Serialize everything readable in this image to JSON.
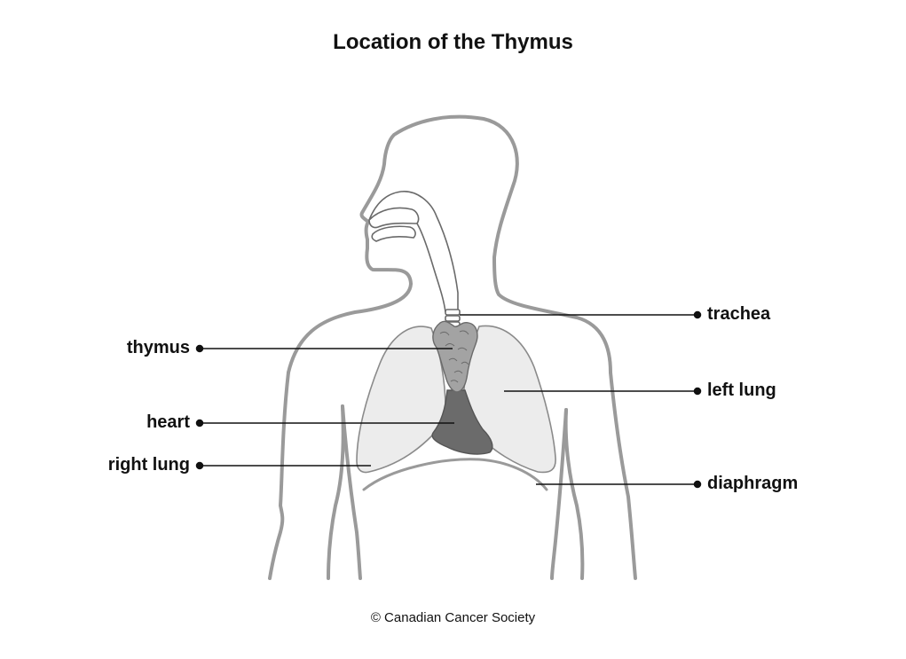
{
  "title": "Location of the Thymus",
  "labels": {
    "thymus": "thymus",
    "heart": "heart",
    "right_lung": "right lung",
    "trachea": "trachea",
    "left_lung": "left lung",
    "diaphragm": "diaphragm"
  },
  "credit": "© Canadian Cancer Society",
  "colors": {
    "body_outline": "#9a9a9a",
    "lung_fill": "#ececec",
    "lung_stroke": "#8a8a8a",
    "heart_fill": "#6b6b6b",
    "thymus_fill": "#a3a3a3",
    "leader_line": "#111111"
  }
}
